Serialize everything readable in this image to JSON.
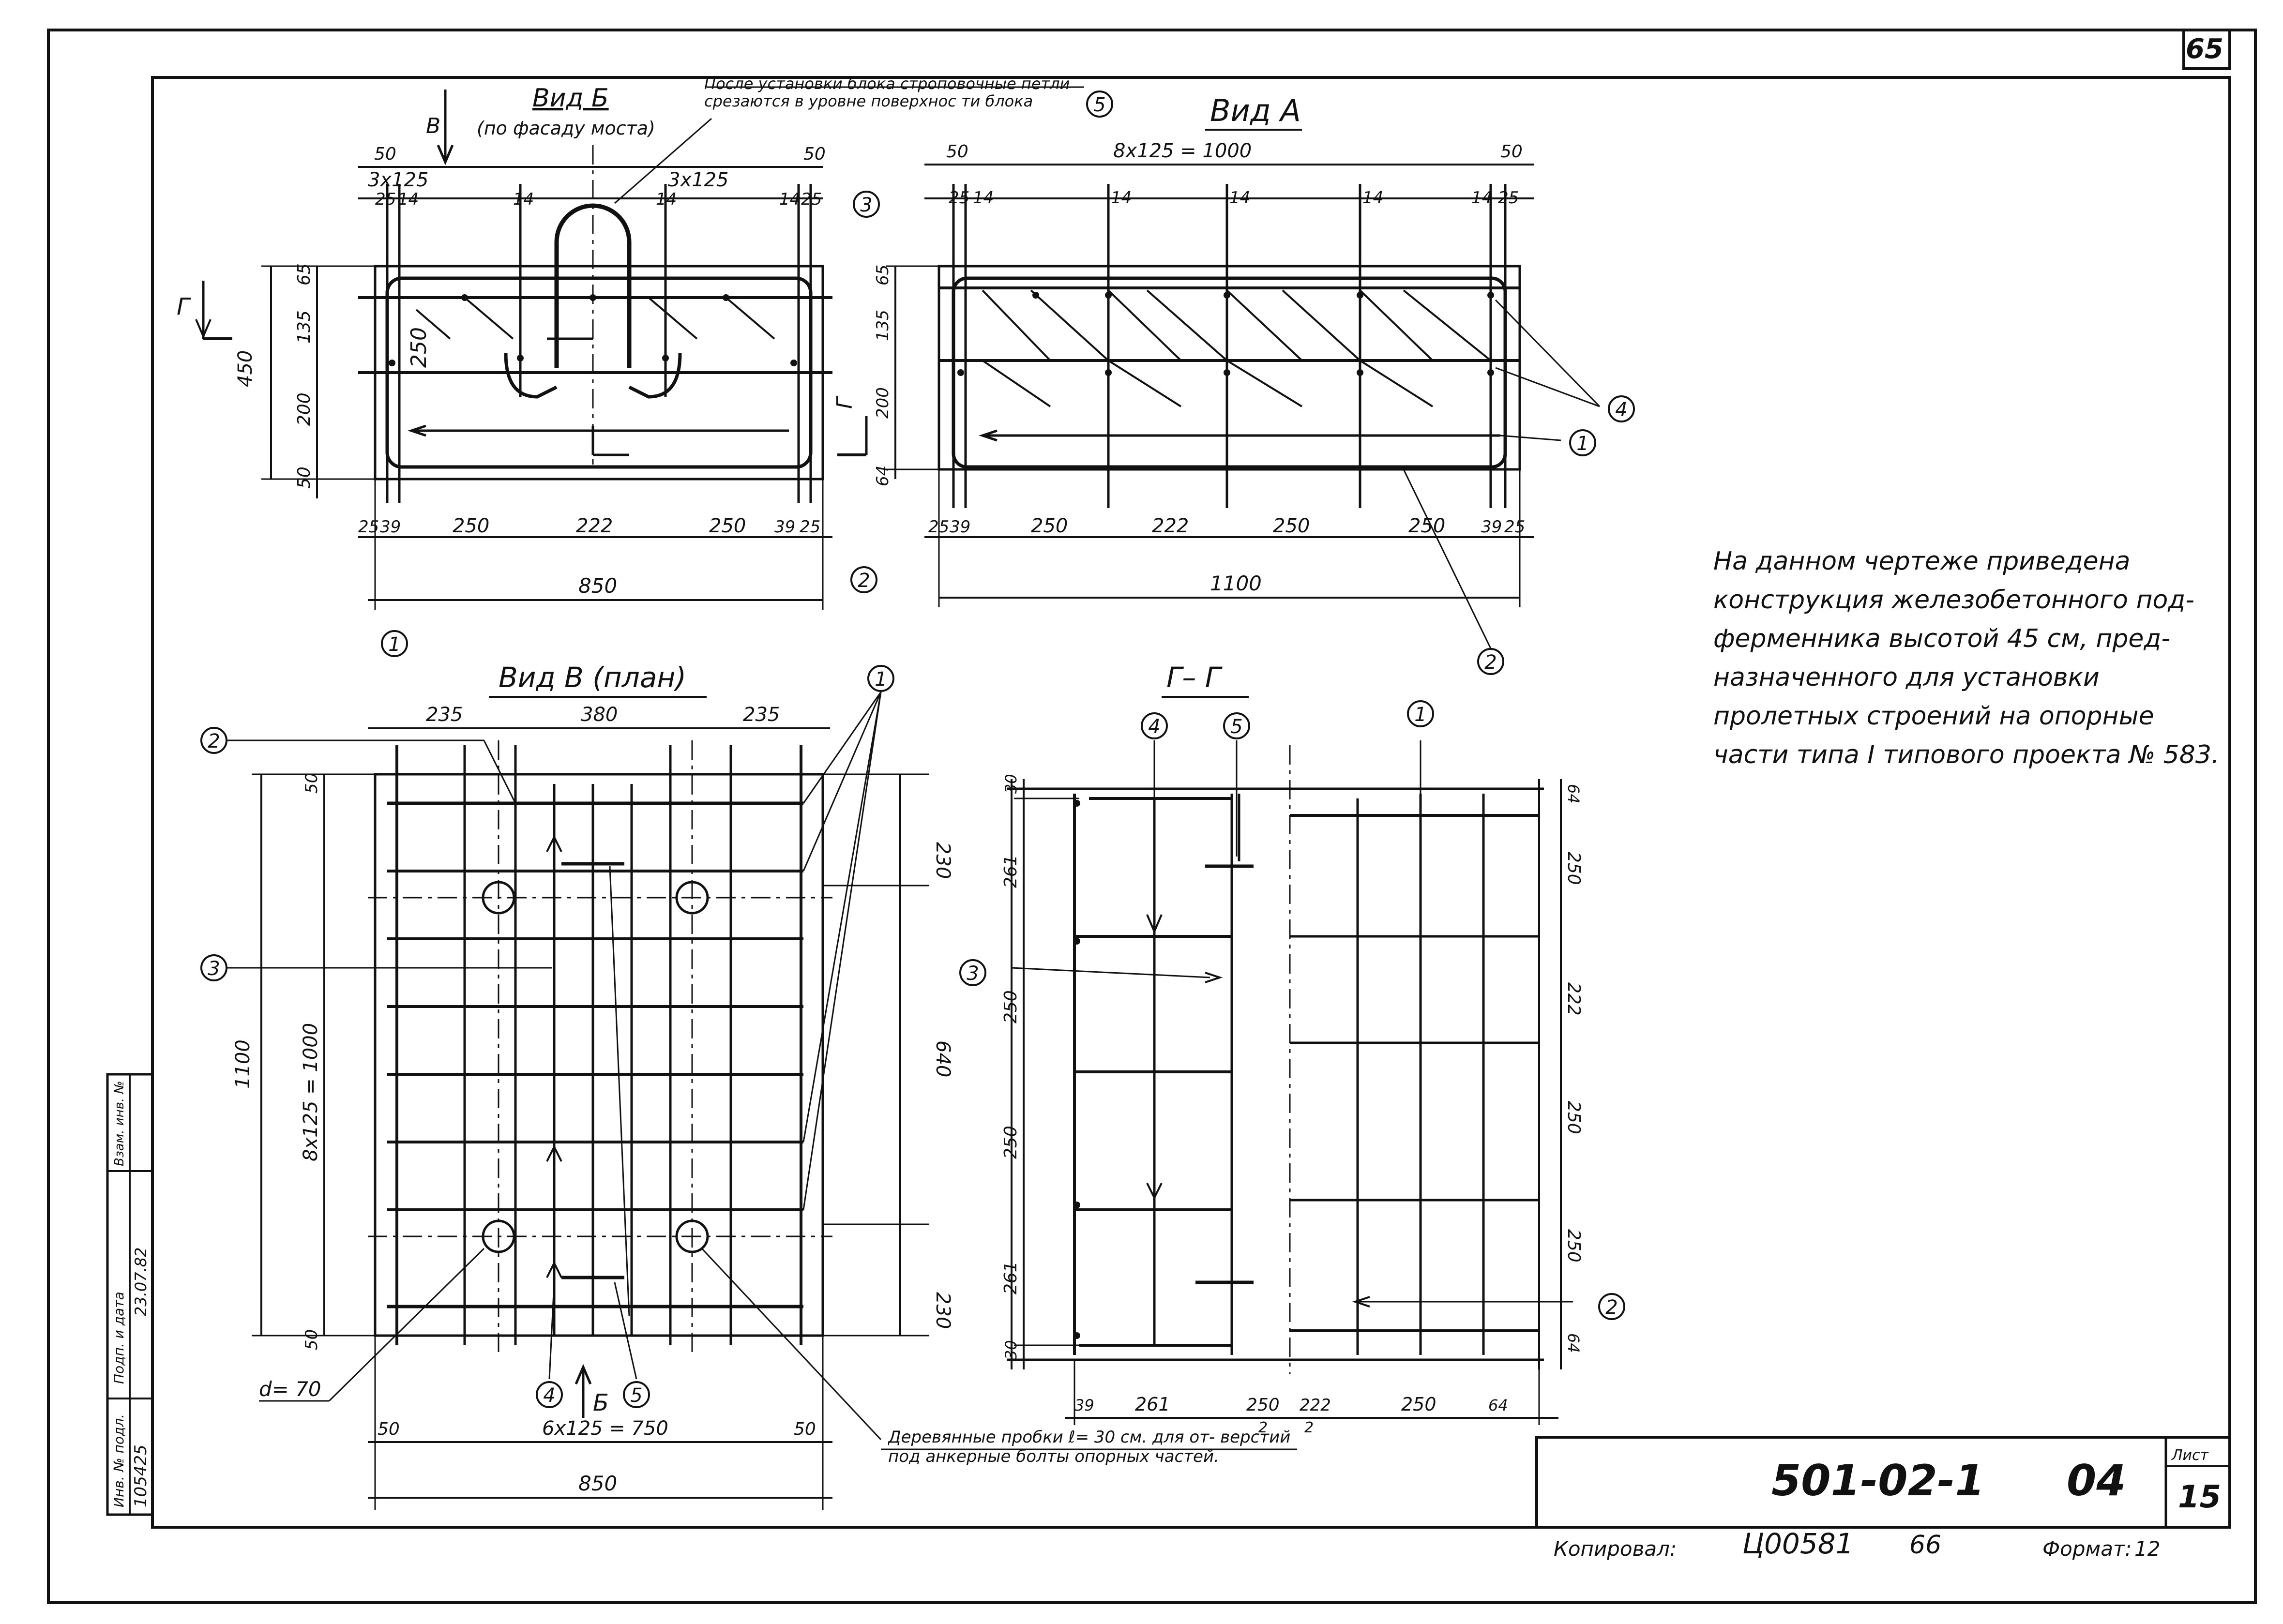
{
  "sheet_number": "65",
  "views": {
    "b": {
      "title": "Вид Б",
      "subtitle": "(по фасаду моста)",
      "arrow_label": "В",
      "dim_spacing_left": "3х125",
      "dim_spacing_right": "3х125"
    },
    "a": {
      "title": "Вид А",
      "dim_top": "8х125 = 1000"
    },
    "v": {
      "title": "Вид В (план)",
      "arrow_label": "Б"
    },
    "gg": {
      "title": "Г– Г",
      "cut_label": "Г"
    }
  },
  "loop_note": "После установки блока строповочные петли срезаются в уровне поверхнос ти блока",
  "plugs_note": "Деревянные пробки ℓ= 30 см. для от- верстий под анкерные болты опорных частей.",
  "hole_diameter": "d= 70",
  "description": "На данном чертеже приведена конструкция железобетонного под- ферменника высотой 45 см, пред- назначенного для установки пролетных строений на опорные части типа I типового проекта № 583.",
  "positions": [
    "1",
    "2",
    "3",
    "4",
    "5"
  ],
  "dims": {
    "b_top": [
      "50",
      "50",
      "25",
      "14",
      "14",
      "14",
      "14",
      "25"
    ],
    "b_left": [
      "65",
      "135",
      "250",
      "200",
      "50"
    ],
    "b_overall_h": "450",
    "b_bottom": [
      "25",
      "39",
      "250",
      "222",
      "250",
      "39",
      "25"
    ],
    "b_overall_w": "850",
    "a_top": [
      "50",
      "50",
      "25",
      "14",
      "14",
      "14",
      "14",
      "14",
      "25"
    ],
    "a_left": [
      "65",
      "135",
      "200",
      "64"
    ],
    "a_bottom": [
      "25",
      "39",
      "250",
      "222",
      "250",
      "250",
      "39",
      "25"
    ],
    "a_overall_w": "1100",
    "v_top": [
      "235",
      "380",
      "235"
    ],
    "v_left": [
      "50",
      "8х125 = 1000",
      "50"
    ],
    "v_overall_h": "1100",
    "v_right": [
      "230",
      "640",
      "230"
    ],
    "v_bottom": [
      "50",
      "6х125 = 750",
      "50"
    ],
    "v_overall_w": "850",
    "gg_left": [
      "30",
      "261",
      "250",
      "250",
      "261",
      "30"
    ],
    "gg_right": [
      "64",
      "250",
      "222",
      "250",
      "250",
      "64"
    ],
    "gg_bottom": [
      "39",
      "261",
      "250",
      "222",
      "250",
      "64"
    ],
    "gg_half": [
      "2",
      "2"
    ]
  },
  "stamp": {
    "designation": "501-02-1",
    "code": "04",
    "sheet_label": "Лист",
    "sheet": "15"
  },
  "side_strip": [
    "Инв. № подл.",
    "Подп. и дата",
    "Взам. инв. №",
    "105425",
    "23.07.82"
  ],
  "footer": {
    "copied_label": "Копировал:",
    "copy_number": "Ц00581",
    "copy_extra": "66",
    "format_label": "Формат:",
    "format_value": "12"
  }
}
